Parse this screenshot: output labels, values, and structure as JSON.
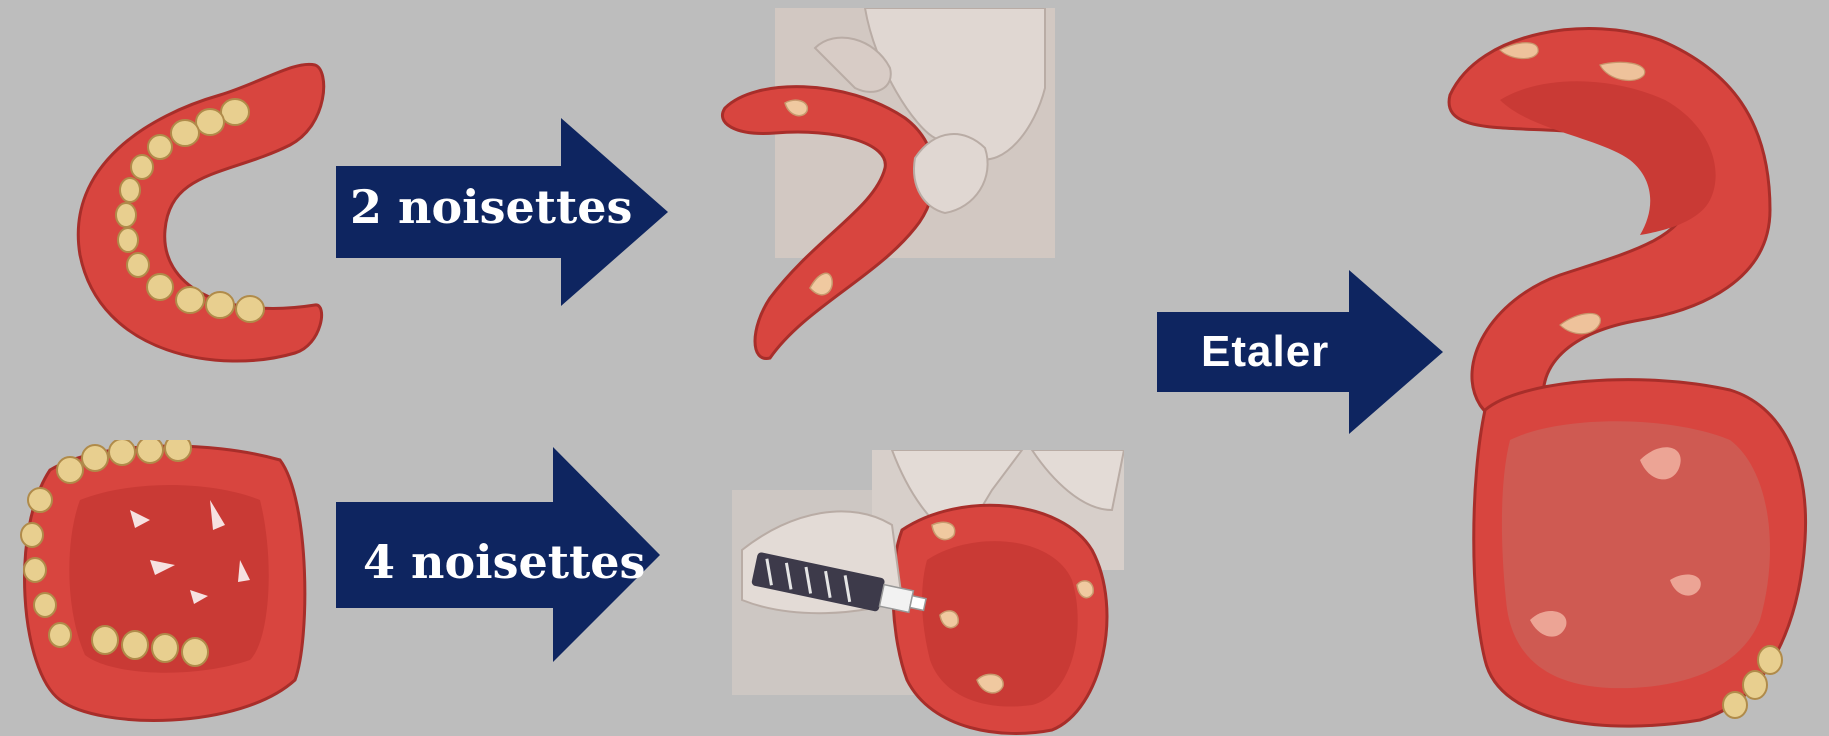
{
  "arrows": {
    "upper": {
      "label": "2 noisettes"
    },
    "lower": {
      "label": "4 noisettes"
    },
    "right": {
      "label": "Etaler"
    }
  },
  "colors": {
    "background": "#bdbdbd",
    "arrow_fill": "#0e2560",
    "label_text": "#ffffff",
    "gum_pink": "#d8453f",
    "teeth": "#e8cf8f",
    "adhesive": "#f0c9a0",
    "glove": "#dcdcdc"
  },
  "icons": {
    "upper_denture_photo": "upper-denture-photo",
    "lower_denture_photo": "lower-denture-photo",
    "upper_denture_with_adhesive_photo": "upper-denture-adhesive-photo",
    "lower_denture_applying_adhesive_photo": "lower-denture-applying-photo",
    "spread_adhesive_dentures_photo": "spread-adhesive-dentures-photo"
  }
}
